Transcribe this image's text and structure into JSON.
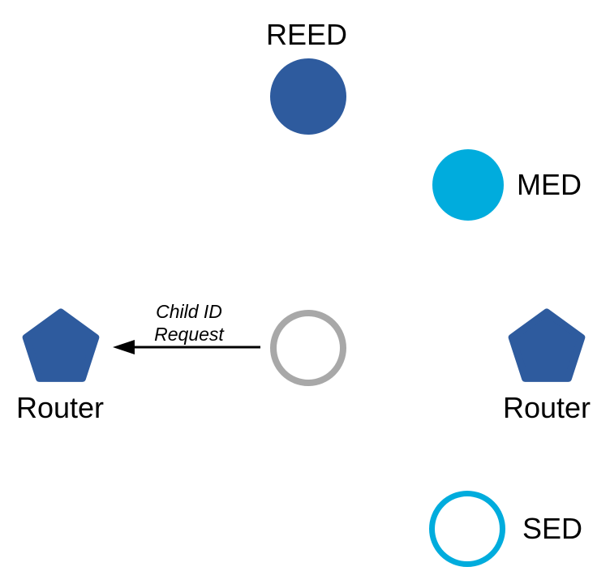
{
  "colors": {
    "router_blue": "#2e5b9e",
    "device_cyan": "#00acdd",
    "joiner_gray": "#a8a8a8",
    "arrow_black": "#000000",
    "background": "#ffffff",
    "circle_fill_white": "#ffffff"
  },
  "nodes": {
    "reed": {
      "label": "REED"
    },
    "med": {
      "label": "MED"
    },
    "joiner": {
      "label": ""
    },
    "router_left": {
      "label": "Router"
    },
    "router_right": {
      "label": "Router"
    },
    "sed": {
      "label": "SED"
    }
  },
  "message": {
    "line1": "Child ID",
    "line2": "Request"
  }
}
